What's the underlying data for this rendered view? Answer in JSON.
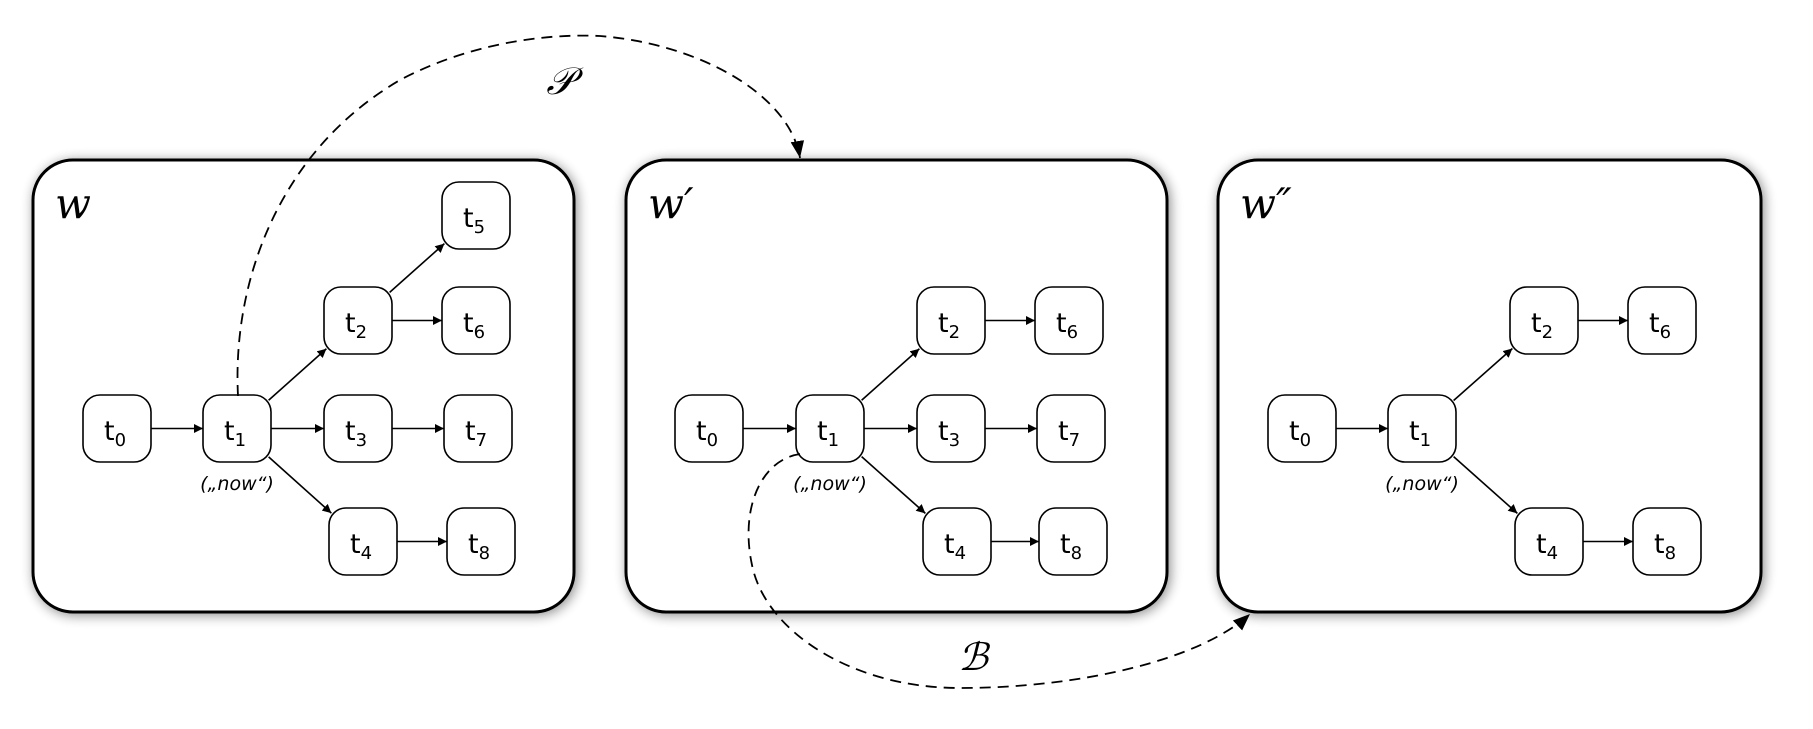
{
  "figure": {
    "type": "possible-worlds branching-time diagram",
    "worlds": [
      {
        "id": "w",
        "label": "w",
        "now_label": "(„now“)",
        "now_node": "t1",
        "nodes": [
          {
            "id": "t0",
            "base": "t",
            "sub": "0"
          },
          {
            "id": "t1",
            "base": "t",
            "sub": "1"
          },
          {
            "id": "t2",
            "base": "t",
            "sub": "2"
          },
          {
            "id": "t3",
            "base": "t",
            "sub": "3"
          },
          {
            "id": "t4",
            "base": "t",
            "sub": "4"
          },
          {
            "id": "t5",
            "base": "t",
            "sub": "5"
          },
          {
            "id": "t6",
            "base": "t",
            "sub": "6"
          },
          {
            "id": "t7",
            "base": "t",
            "sub": "7"
          },
          {
            "id": "t8",
            "base": "t",
            "sub": "8"
          }
        ],
        "edges": [
          [
            "t0",
            "t1"
          ],
          [
            "t1",
            "t2"
          ],
          [
            "t1",
            "t3"
          ],
          [
            "t1",
            "t4"
          ],
          [
            "t2",
            "t5"
          ],
          [
            "t2",
            "t6"
          ],
          [
            "t3",
            "t7"
          ],
          [
            "t4",
            "t8"
          ]
        ]
      },
      {
        "id": "w_prime",
        "label": "w′",
        "now_label": "(„now“)",
        "now_node": "t1",
        "nodes": [
          {
            "id": "t0",
            "base": "t",
            "sub": "0"
          },
          {
            "id": "t1",
            "base": "t",
            "sub": "1"
          },
          {
            "id": "t2",
            "base": "t",
            "sub": "2"
          },
          {
            "id": "t3",
            "base": "t",
            "sub": "3"
          },
          {
            "id": "t4",
            "base": "t",
            "sub": "4"
          },
          {
            "id": "t6",
            "base": "t",
            "sub": "6"
          },
          {
            "id": "t7",
            "base": "t",
            "sub": "7"
          },
          {
            "id": "t8",
            "base": "t",
            "sub": "8"
          }
        ],
        "edges": [
          [
            "t0",
            "t1"
          ],
          [
            "t1",
            "t2"
          ],
          [
            "t1",
            "t3"
          ],
          [
            "t1",
            "t4"
          ],
          [
            "t2",
            "t6"
          ],
          [
            "t3",
            "t7"
          ],
          [
            "t4",
            "t8"
          ]
        ]
      },
      {
        "id": "w_double_prime",
        "label": "w″",
        "now_label": "(„now“)",
        "now_node": "t1",
        "nodes": [
          {
            "id": "t0",
            "base": "t",
            "sub": "0"
          },
          {
            "id": "t1",
            "base": "t",
            "sub": "1"
          },
          {
            "id": "t2",
            "base": "t",
            "sub": "2"
          },
          {
            "id": "t4",
            "base": "t",
            "sub": "4"
          },
          {
            "id": "t6",
            "base": "t",
            "sub": "6"
          },
          {
            "id": "t8",
            "base": "t",
            "sub": "8"
          }
        ],
        "edges": [
          [
            "t0",
            "t1"
          ],
          [
            "t1",
            "t2"
          ],
          [
            "t1",
            "t4"
          ],
          [
            "t2",
            "t6"
          ],
          [
            "t4",
            "t8"
          ]
        ]
      }
    ],
    "relations": [
      {
        "id": "P",
        "label": "𝒫",
        "from": "w.t1",
        "to": "w_prime",
        "style": "dashed"
      },
      {
        "id": "B",
        "label": "ℬ",
        "from": "w_prime.t1",
        "to": "w_double_prime",
        "style": "dashed"
      }
    ]
  }
}
